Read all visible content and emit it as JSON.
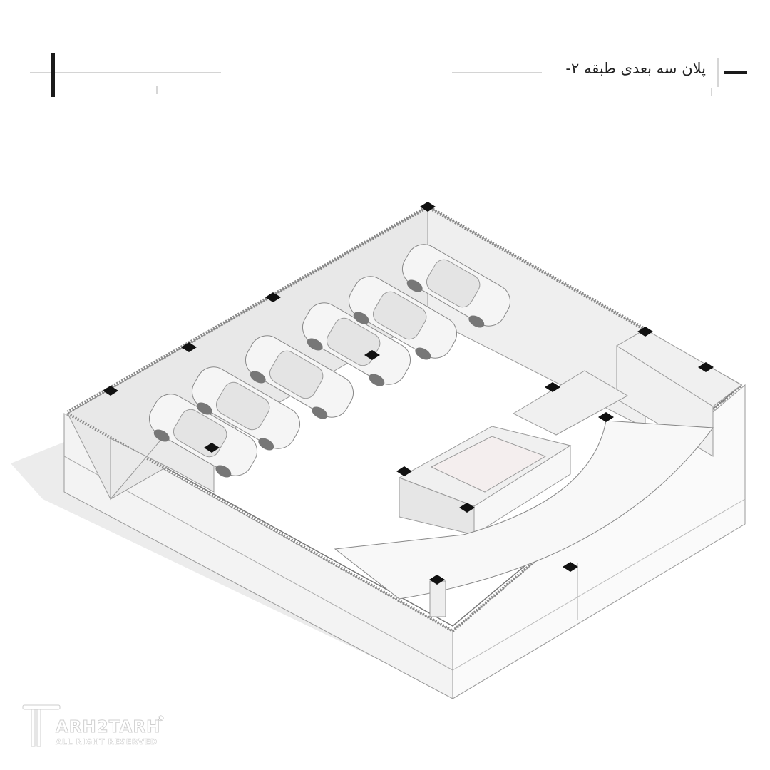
{
  "header": {
    "title": "پلان سه بعدی طبقه ۲-"
  },
  "logo": {
    "name": "TARH2TARH",
    "text": "ARH2TARH",
    "subtitle": "ALL RIGHT RESERVED",
    "copyright": "©"
  },
  "colors": {
    "wall": "#ececec",
    "floor": "#ffffff",
    "column": "#111111",
    "accent": "#222222"
  }
}
